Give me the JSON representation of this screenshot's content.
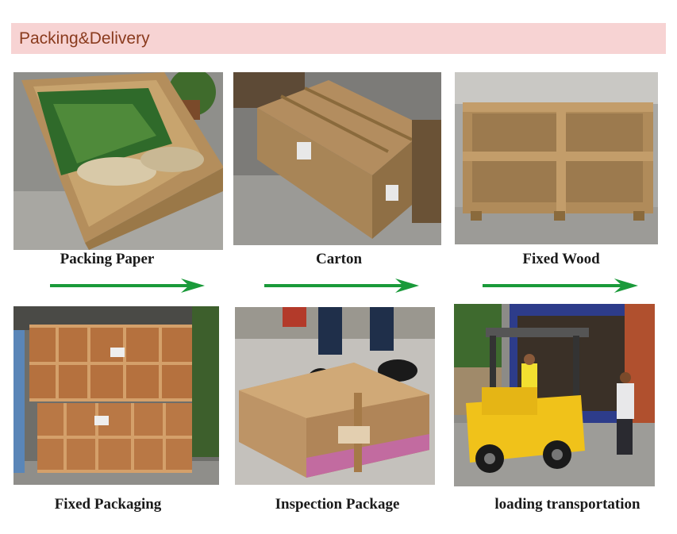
{
  "header": {
    "title": "Packing&Delivery"
  },
  "steps": [
    {
      "caption": "Packing Paper"
    },
    {
      "caption": "Carton"
    },
    {
      "caption": "Fixed Wood"
    },
    {
      "caption": "Fixed Packaging"
    },
    {
      "caption": "Inspection Package"
    },
    {
      "caption": "loading transportation"
    }
  ],
  "colors": {
    "header_bg": "#f7d3d3",
    "header_text": "#8a3b1e",
    "arrow": "#1a9a3a"
  },
  "icons": {
    "arrow": "arrow-right-icon"
  }
}
